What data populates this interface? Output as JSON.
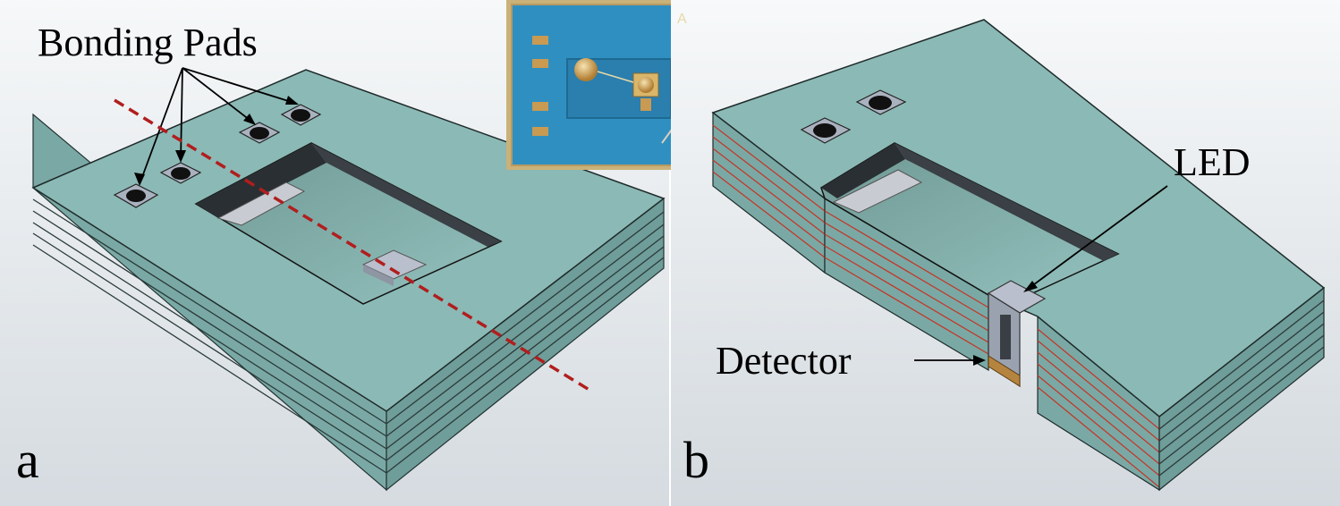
{
  "figure": {
    "panel_a": {
      "letter": "a",
      "callout": "Bonding Pads"
    },
    "panel_b": {
      "letter": "b",
      "callout_led": "LED",
      "callout_detector": "Detector"
    },
    "inset": {
      "chip_marking": "A"
    },
    "colors": {
      "substrate_top": "#8bb9b5",
      "substrate_side": "#7aa9a5",
      "cavity_wall": "#2a2f33",
      "cut_line": "#b01e1e",
      "section_edge": "#c0392b",
      "inset_board": "#2f8fc0",
      "gold": "#c89a52",
      "background": "#e3e8ec"
    }
  }
}
